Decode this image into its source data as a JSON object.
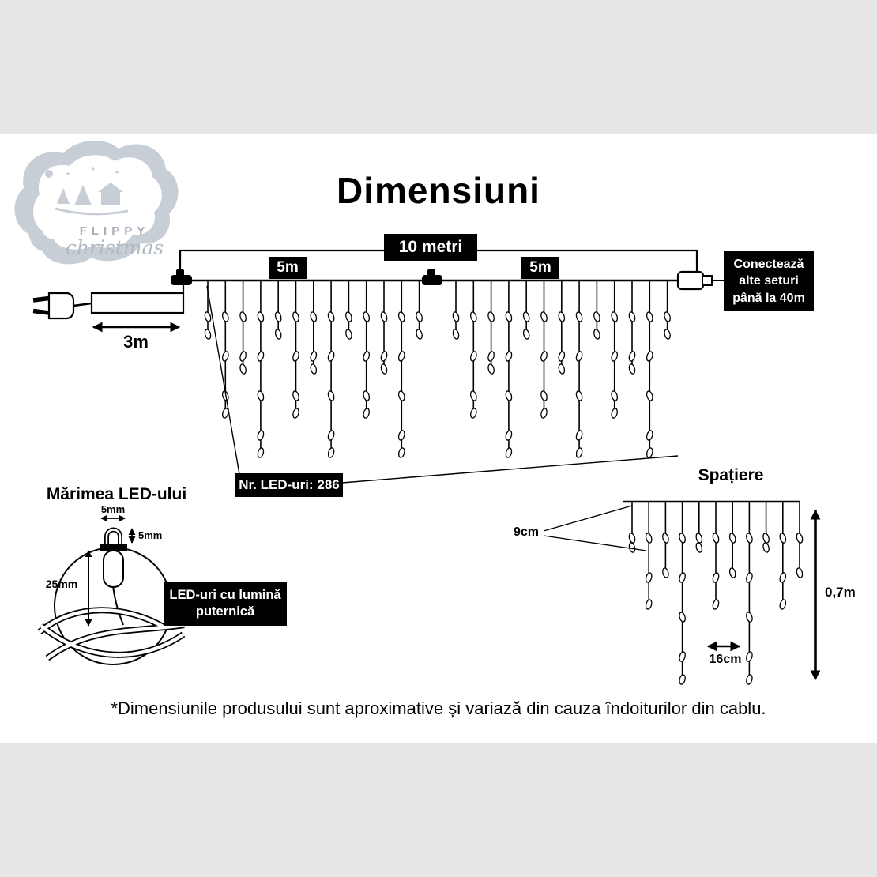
{
  "page": {
    "title": "Dimensiuni",
    "disclaimer": "*Dimensiunile produsului sunt aproximative și variază din cauza îndoiturilor din cablu."
  },
  "logo": {
    "brand_top": "FLIPPY",
    "brand_bottom": "christmas"
  },
  "main_diagram": {
    "total_length_label": "10 metri",
    "segment1_label": "5m",
    "segment2_label": "5m",
    "lead_length_label": "3m",
    "connect_note": "Conectează alte seturi până la 40m",
    "led_count_label": "Nr. LED-uri: 286"
  },
  "led_size": {
    "title": "Mărimea LED-ului",
    "width_label": "5mm",
    "head_label": "5mm",
    "length_label": "25mm",
    "note": "LED-uri cu lumină puternică"
  },
  "spacing": {
    "title": "Spațiere",
    "drop_gap_label": "9cm",
    "led_gap_label": "16cm",
    "drop_length_label": "0,7m"
  },
  "colors": {
    "background": "#e7e7e7",
    "panel": "#ffffff",
    "ink": "#000000",
    "box_background": "#000000",
    "box_text": "#ffffff",
    "logo_gray": "#c8ced5"
  }
}
